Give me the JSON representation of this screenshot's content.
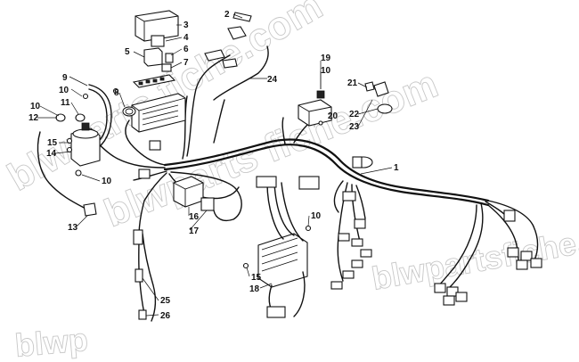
{
  "watermark": {
    "line1": "blwparts fiche.com",
    "line2": "blwparts fiche.com",
    "line3": "blwpartsfiche.com",
    "line4": "blwp"
  },
  "callouts": [
    "1",
    "2",
    "3",
    "4",
    "5",
    "6",
    "7",
    "8",
    "9",
    "10",
    "10",
    "10",
    "10",
    "10",
    "11",
    "12",
    "13",
    "14",
    "15",
    "15",
    "16",
    "17",
    "18",
    "19",
    "20",
    "21",
    "22",
    "23",
    "24",
    "25",
    "26"
  ]
}
